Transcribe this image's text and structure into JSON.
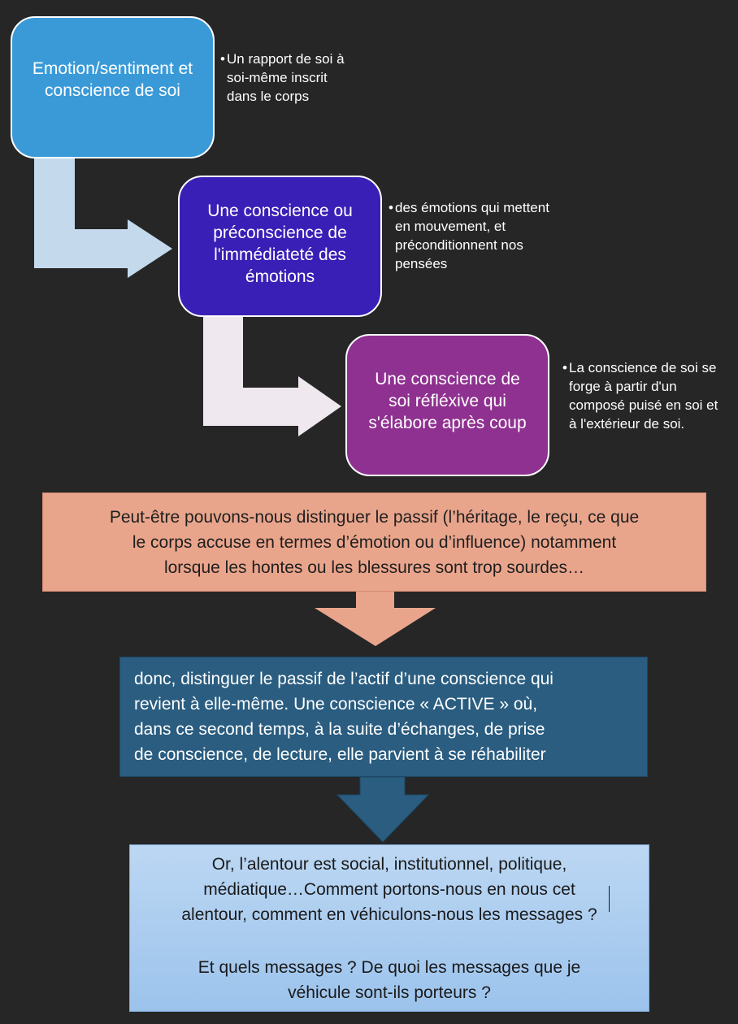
{
  "diagram": {
    "steps": [
      {
        "label": "Emotion/sentiment et conscience de soi",
        "note": "Un rapport de soi à soi-même inscrit dans le corps",
        "color": "#3a9ad8"
      },
      {
        "label": "Une conscience ou préconscience de l'immédiateté des émotions",
        "note": "des émotions qui mettent en mouvement, et préconditionnent nos pensées",
        "color": "#3a1fb6"
      },
      {
        "label": "Une conscience de soi réfléxive qui s'élabore après coup",
        "note": "La conscience de soi se forge à partir d'un composé puisé en soi et à l'extérieur de soi.",
        "color": "#8f3190"
      }
    ],
    "arrow_colors": [
      "#c4d9ec",
      "#efe8ef"
    ],
    "bullet": "•"
  },
  "flow": {
    "box1": {
      "lines": [
        "Peut-être pouvons-nous distinguer le passif (l’héritage, le reçu, ce que",
        "le corps accuse en termes d’émotion ou d’influence) notamment",
        "lorsque les hontes ou les blessures sont trop sourdes…"
      ],
      "color": "#e9a58c"
    },
    "box2": {
      "lines": [
        "donc, distinguer le passif de l’actif d’une conscience qui",
        "revient à elle-même. Une conscience « ACTIVE » où,",
        "dans ce second temps, à la suite d’échanges, de prise",
        "de conscience, de lecture, elle parvient à se réhabiliter"
      ],
      "color": "#2a5d80"
    },
    "box3": {
      "lines": [
        "Or, l’alentour est social, institutionnel, politique,",
        "médiatique…Comment portons-nous en nous cet",
        "alentour, comment en véhiculons-nous les messages ?",
        "",
        "Et quels messages ? De quoi les messages que je",
        "véhicule sont-ils porteurs ?"
      ],
      "color": "#a9cbef"
    }
  }
}
